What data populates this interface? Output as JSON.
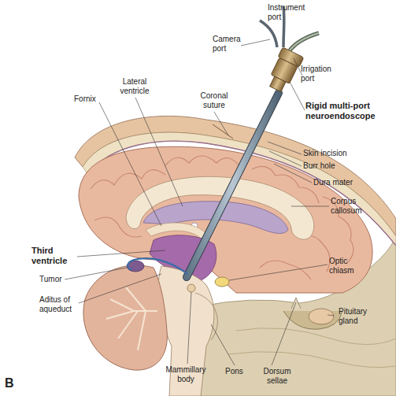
{
  "diagram": {
    "labels": [
      "Instrument port",
      "Camera port",
      "Irrigation port",
      "Rigid multi-port neuroendoscope",
      "Lateral ventricle",
      "Coronal suture",
      "Fornix",
      "Skin incision",
      "Burr hole",
      "Dura mater",
      "Corpus callosum",
      "Third ventricle",
      "Optic chiasm",
      "Tumor",
      "Aditus of aqueduct",
      "Pituitary gland",
      "Mammillary body",
      "Pons",
      "Dorsum sellae",
      "B"
    ]
  }
}
